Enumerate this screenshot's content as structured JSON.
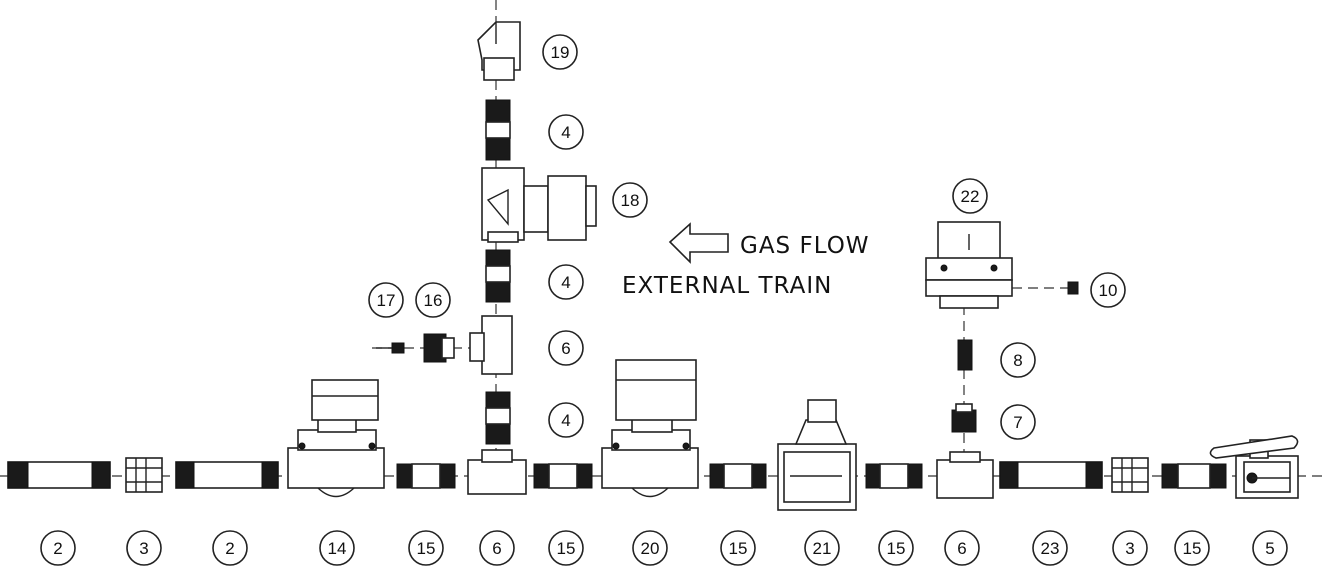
{
  "flow_label": "GAS FLOW",
  "train_label": "EXTERNAL TRAIN",
  "bottom_numbers": [
    "2",
    "3",
    "2",
    "14",
    "15",
    "6",
    "15",
    "20",
    "15",
    "21",
    "15",
    "6",
    "23",
    "3",
    "15",
    "5"
  ],
  "vertical_numbers": [
    "19",
    "4",
    "18",
    "4",
    "6",
    "4"
  ],
  "side_numbers": [
    "17",
    "16"
  ],
  "right_numbers": [
    "22",
    "10",
    "8",
    "7"
  ]
}
